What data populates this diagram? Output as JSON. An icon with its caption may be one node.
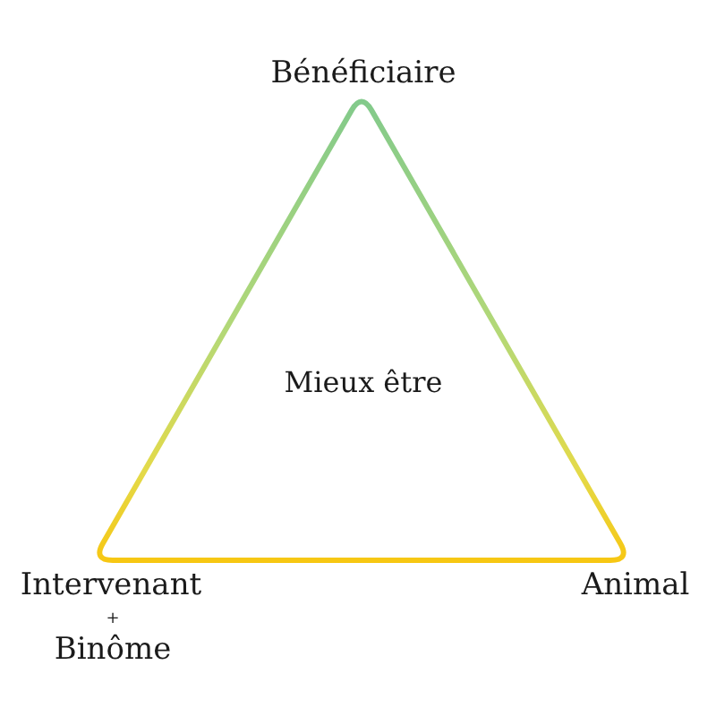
{
  "diagram": {
    "nodes": [
      {
        "text": [
          "Mieux être"
        ]
      }
    ],
    "labels": [
      "Bénéficiaire",
      "Intervenant",
      "+",
      "Binôme",
      "Animal"
    ]
  }
}
